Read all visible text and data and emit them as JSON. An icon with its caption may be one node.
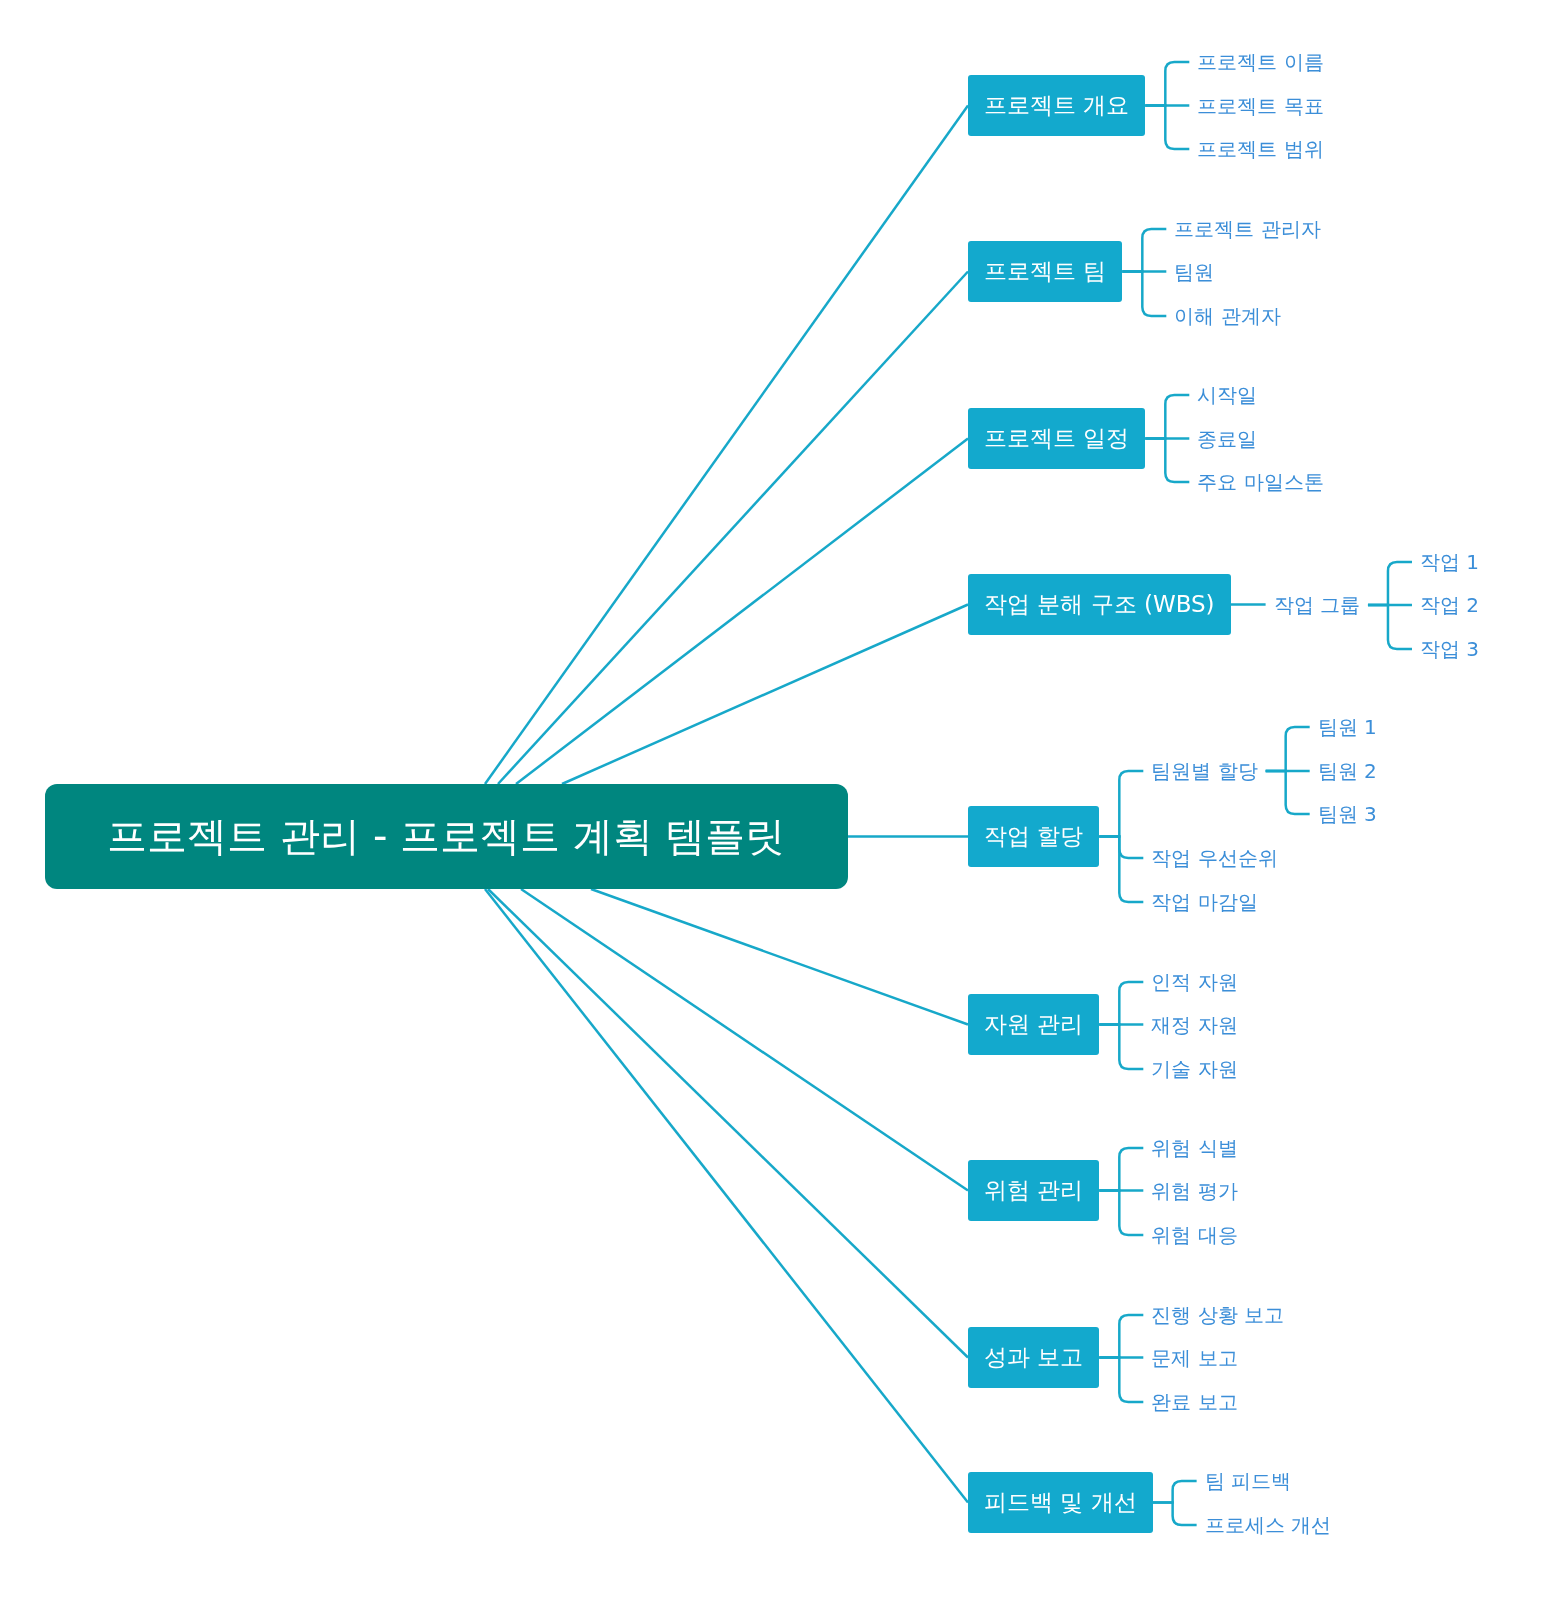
{
  "diagram": {
    "nodes": [
      {
        "text": [
          "프로젝트 관리 - 프로젝트 계획 템플릿"
        ]
      },
      {
        "text": [
          "프로젝트 개요"
        ]
      },
      {
        "text": [
          "프로젝트 이름"
        ]
      },
      {
        "text": [
          "프로젝트 목표"
        ]
      },
      {
        "text": [
          "프로젝트 범위"
        ]
      },
      {
        "text": [
          "프로젝트 팀"
        ]
      },
      {
        "text": [
          "프로젝트 관리자"
        ]
      },
      {
        "text": [
          "팀원"
        ]
      },
      {
        "text": [
          "이해 관계자"
        ]
      },
      {
        "text": [
          "프로젝트 일정"
        ]
      },
      {
        "text": [
          "시작일"
        ]
      },
      {
        "text": [
          "종료일"
        ]
      },
      {
        "text": [
          "주요 마일스톤"
        ]
      },
      {
        "text": [
          "작업 분해 구조 (WBS)"
        ]
      },
      {
        "text": [
          "작업 그룹"
        ]
      },
      {
        "text": [
          "작업 1"
        ]
      },
      {
        "text": [
          "작업 2"
        ]
      },
      {
        "text": [
          "작업 3"
        ]
      },
      {
        "text": [
          "작업 할당"
        ]
      },
      {
        "text": [
          "팀원별 할당"
        ]
      },
      {
        "text": [
          "팀원 1"
        ]
      },
      {
        "text": [
          "팀원 2"
        ]
      },
      {
        "text": [
          "팀원 3"
        ]
      },
      {
        "text": [
          "작업 우선순위"
        ]
      },
      {
        "text": [
          "작업 마감일"
        ]
      },
      {
        "text": [
          "자원 관리"
        ]
      },
      {
        "text": [
          "인적 자원"
        ]
      },
      {
        "text": [
          "재정 자원"
        ]
      },
      {
        "text": [
          "기술 자원"
        ]
      },
      {
        "text": [
          "위험 관리"
        ]
      },
      {
        "text": [
          "위험 식별"
        ]
      },
      {
        "text": [
          "위험 평가"
        ]
      },
      {
        "text": [
          "위험 대응"
        ]
      },
      {
        "text": [
          "성과 보고"
        ]
      },
      {
        "text": [
          "진행 상황 보고"
        ]
      },
      {
        "text": [
          "문제 보고"
        ]
      },
      {
        "text": [
          "완료 보고"
        ]
      },
      {
        "text": [
          "피드백 및 개선"
        ]
      },
      {
        "text": [
          "팀 피드백"
        ]
      },
      {
        "text": [
          "프로세스 개선"
        ]
      }
    ],
    "edges": [
      {
        "from": 0,
        "to": 1,
        "arrow": "none"
      },
      {
        "from": 1,
        "to": 2,
        "arrow": "none"
      },
      {
        "from": 1,
        "to": 3,
        "arrow": "none"
      },
      {
        "from": 1,
        "to": 4,
        "arrow": "none"
      },
      {
        "from": 0,
        "to": 5,
        "arrow": "none"
      },
      {
        "from": 5,
        "to": 6,
        "arrow": "none"
      },
      {
        "from": 5,
        "to": 7,
        "arrow": "none"
      },
      {
        "from": 5,
        "to": 8,
        "arrow": "none"
      },
      {
        "from": 0,
        "to": 9,
        "arrow": "none"
      },
      {
        "from": 9,
        "to": 10,
        "arrow": "none"
      },
      {
        "from": 9,
        "to": 11,
        "arrow": "none"
      },
      {
        "from": 9,
        "to": 12,
        "arrow": "none"
      },
      {
        "from": 0,
        "to": 13,
        "arrow": "none"
      },
      {
        "from": 13,
        "to": 14,
        "arrow": "none"
      },
      {
        "from": 14,
        "to": 15,
        "arrow": "none"
      },
      {
        "from": 14,
        "to": 16,
        "arrow": "none"
      },
      {
        "from": 14,
        "to": 17,
        "arrow": "none"
      },
      {
        "from": 0,
        "to": 18,
        "arrow": "none"
      },
      {
        "from": 18,
        "to": 19,
        "arrow": "none"
      },
      {
        "from": 19,
        "to": 20,
        "arrow": "none"
      },
      {
        "from": 19,
        "to": 21,
        "arrow": "none"
      },
      {
        "from": 19,
        "to": 22,
        "arrow": "none"
      },
      {
        "from": 18,
        "to": 23,
        "arrow": "none"
      },
      {
        "from": 18,
        "to": 24,
        "arrow": "none"
      },
      {
        "from": 0,
        "to": 25,
        "arrow": "none"
      },
      {
        "from": 25,
        "to": 26,
        "arrow": "none"
      },
      {
        "from": 25,
        "to": 27,
        "arrow": "none"
      },
      {
        "from": 25,
        "to": 28,
        "arrow": "none"
      },
      {
        "from": 0,
        "to": 29,
        "arrow": "none"
      },
      {
        "from": 29,
        "to": 30,
        "arrow": "none"
      },
      {
        "from": 29,
        "to": 31,
        "arrow": "none"
      },
      {
        "from": 29,
        "to": 32,
        "arrow": "none"
      },
      {
        "from": 0,
        "to": 33,
        "arrow": "none"
      },
      {
        "from": 33,
        "to": 34,
        "arrow": "none"
      },
      {
        "from": 33,
        "to": 35,
        "arrow": "none"
      },
      {
        "from": 33,
        "to": 36,
        "arrow": "none"
      },
      {
        "from": 0,
        "to": 37,
        "arrow": "none"
      },
      {
        "from": 37,
        "to": 38,
        "arrow": "none"
      },
      {
        "from": 37,
        "to": 39,
        "arrow": "none"
      }
    ]
  }
}
